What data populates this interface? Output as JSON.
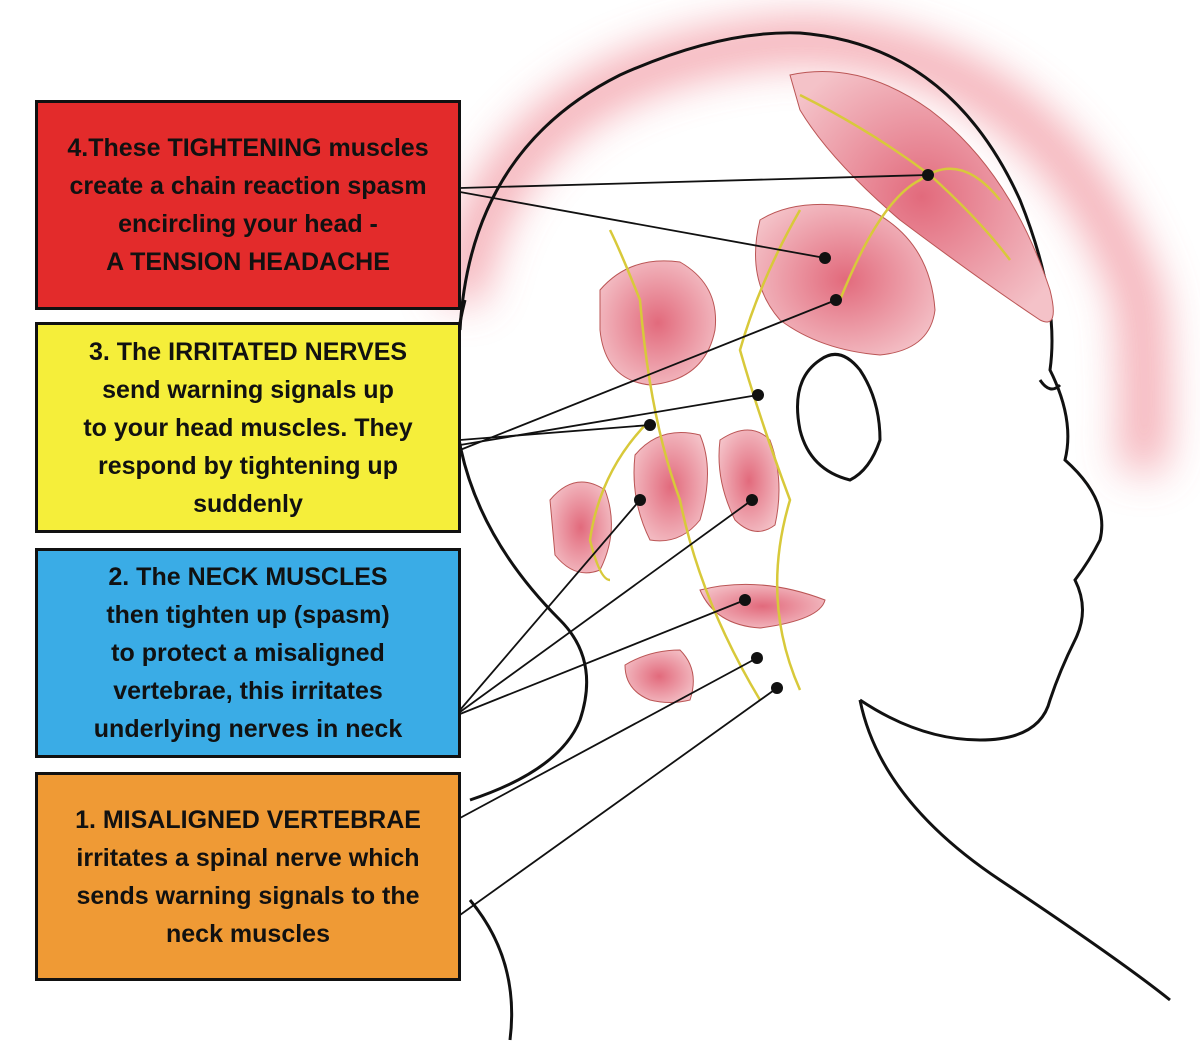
{
  "steps": [
    {
      "id": 4,
      "color": "#e32b2b",
      "lines": [
        "4.These TIGHTENING muscles",
        "create a chain reaction spasm",
        "encircling your head -",
        "A TENSION HEADACHE"
      ]
    },
    {
      "id": 3,
      "color": "#f5ee3a",
      "lines": [
        "3. The IRRITATED NERVES",
        "send warning signals up",
        "to your head muscles. They",
        "respond by tightening up",
        "suddenly"
      ]
    },
    {
      "id": 2,
      "color": "#3aace6",
      "lines": [
        "2. The NECK MUSCLES",
        "then tighten up (spasm)",
        "to protect a misaligned",
        "vertebrae, this irritates",
        "underlying nerves in neck"
      ]
    },
    {
      "id": 1,
      "color": "#ef9a35",
      "lines": [
        "1. MISALIGNED VERTEBRAE",
        "irritates a spinal nerve which",
        "sends warning signals to the",
        "neck muscles"
      ]
    }
  ]
}
